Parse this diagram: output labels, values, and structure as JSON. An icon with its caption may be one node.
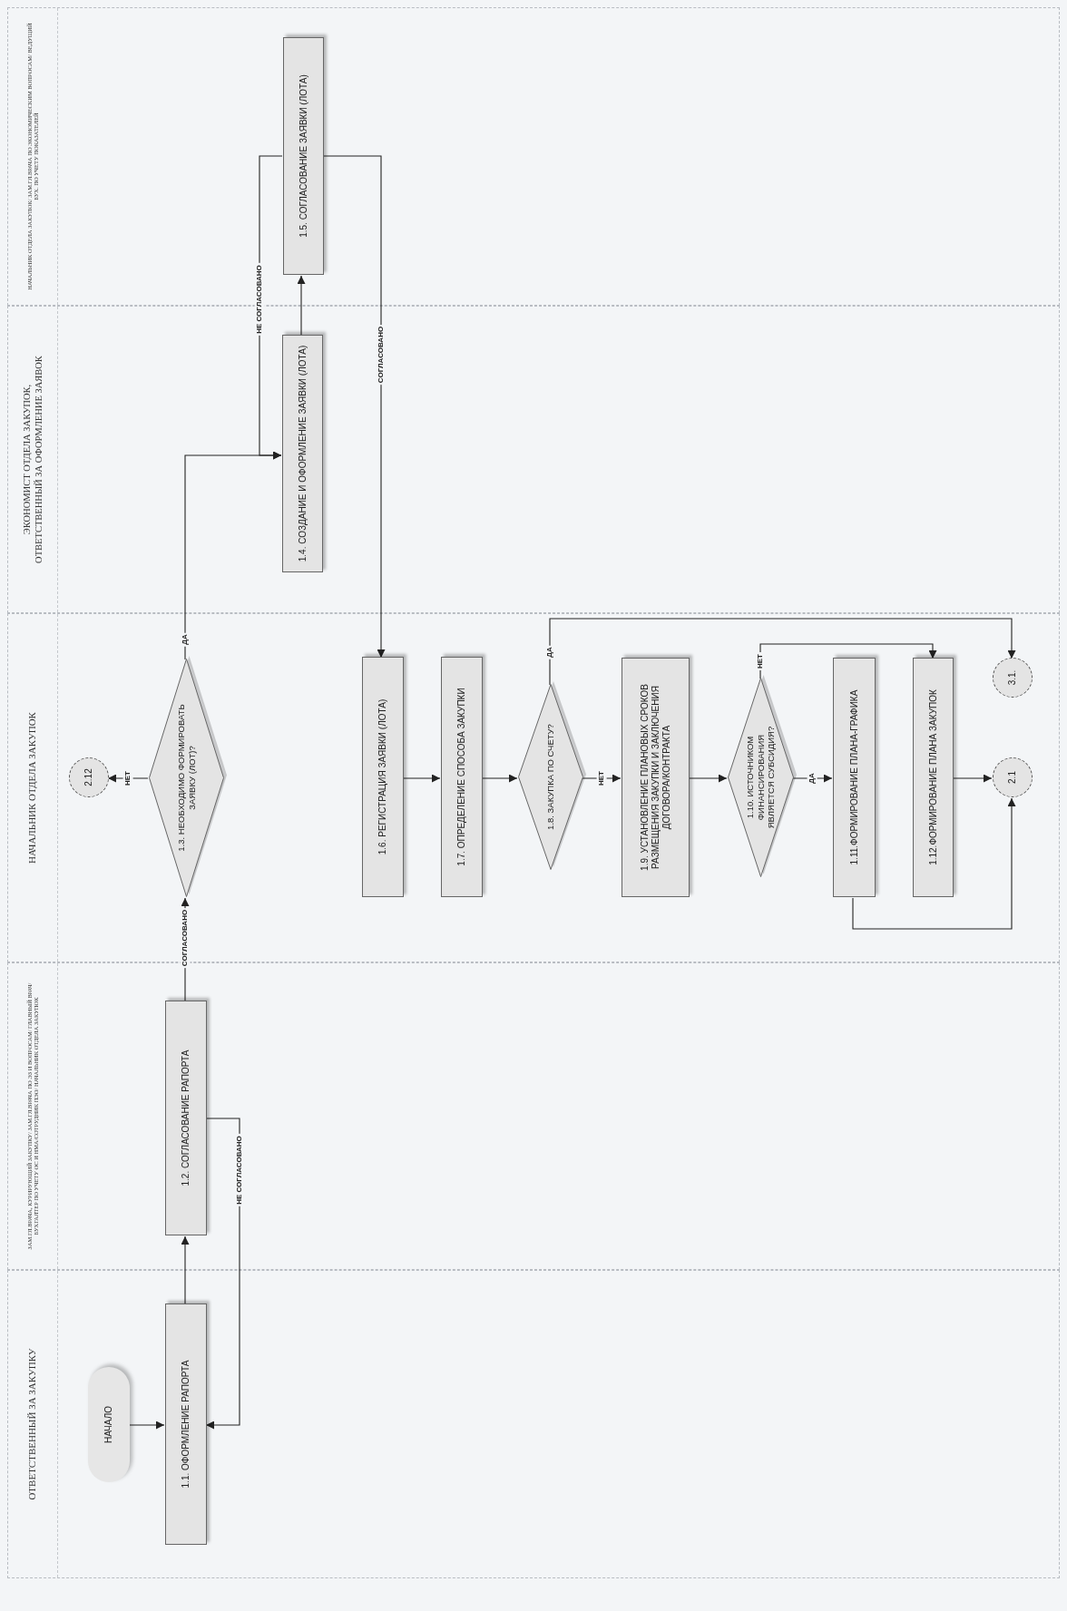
{
  "diagram": {
    "nodes": [
      {
        "text": [
          "ОТВЕТСТВЕННЫЙ ЗА ЗАКУПКУ"
        ]
      },
      {
        "text": [
          "НАЧАЛО"
        ],
        "in": 0
      },
      {
        "text": [
          "1.1. ОФОРМЛЕНИЕ РАПОРТА"
        ],
        "in": 0
      },
      {
        "text": [
          "ЗАМ.ГЛ.ВРАЧА, КУРИРУЮЩИЙ ЗАКУПКУ/ ЗАМ.ГЛ.ВРАЧА ПО ЭЗ И ВОПРОСАМ/ ГЛАВНЫЙ ВРАЧ/ БУХГАЛТЕР ПО УЧЕТУ ОС И НМА/СОТРУДНИК ПЭО/ НАЧАЛЬНИК ОТДЕЛА ЗАКУПОК"
        ]
      },
      {
        "text": [
          "1.2. СОГЛАСОВАНИЕ РАПОРТА"
        ],
        "in": 3
      },
      {
        "text": [
          "НАЧАЛЬНИК ОТДЕЛА ЗАКУПОК"
        ]
      },
      {
        "text": [
          "2.12"
        ],
        "in": 5
      },
      {
        "text": [
          "1.3. НЕОБХОДИМО ФОРМИРОВАТЬ ЗАЯВКУ (ЛОТ)?"
        ],
        "in": 5
      },
      {
        "text": [
          "1.6. РЕГИСТРАЦИЯ ЗАЯВКИ (ЛОТА)"
        ],
        "in": 5
      },
      {
        "text": [
          "1.7. ОПРЕДЕЛЕНИЕ СПОСОБА ЗАКУПКИ"
        ],
        "in": 5
      },
      {
        "text": [
          "1.8. ЗАКУПКА ПО СЧЕТУ?"
        ],
        "in": 5
      },
      {
        "text": [
          "1.9. УСТАНОВЛЕНИЕ ПЛАНОВЫХ СРОКОВ РАЗМЕЩЕНИЯ ЗАКУПКИ И ЗАКЛЮЧЕНИЯ ДОГОВОРА/КОНТРАКТА"
        ],
        "in": 5
      },
      {
        "text": [
          "1.10. ИСТОЧНИКОМ ФИНАНСИРОВАНИЯ ЯВЛЯЕТСЯ СУБСИДИЯ?"
        ],
        "in": 5
      },
      {
        "text": [
          "1.11.ФОРМИРОВАНИЕ ПЛАНА-ГРАФИКА"
        ],
        "in": 5
      },
      {
        "text": [
          "1.12.ФОРМИРОВАНИЕ ПЛАНА ЗАКУПОК"
        ],
        "in": 5
      },
      {
        "text": [
          "2.1"
        ],
        "in": 5
      },
      {
        "text": [
          "3.1."
        ],
        "in": 5
      },
      {
        "text": [
          "ЭКОНОМИСТ ОТДЕЛА ЗАКУПОК, ОТВЕТСТВЕННЫЙ ЗА ОФОРМЛЕНИЕ ЗАЯВОК"
        ]
      },
      {
        "text": [
          "1.4. СОЗДАНИЕ И ОФОРМЛЕНИЕ ЗАЯВКИ (ЛОТА)"
        ],
        "in": 17
      },
      {
        "text": [
          "НАЧАЛЬНИК ОТДЕЛА ЗАКУПОК/ ЗАМ.ГЛ.ВРАЧА ПО ЭКОНОМИЧЕСКИМ ВОПРОСАМ/ ВЕДУЩИЙ БУХ. ПО УЧЕТУ ПОКАЗАТЕЛЕЙ"
        ]
      },
      {
        "text": [
          "1.5. СОГЛАСОВАНИЕ ЗАЯВКИ (ЛОТА)"
        ],
        "in": 19
      }
    ],
    "edges": [
      {
        "from": 1,
        "to": 2,
        "arrow": "to"
      },
      {
        "from": 2,
        "to": 4,
        "arrow": "to"
      },
      {
        "from": 4,
        "to": 2,
        "label": "НЕ СОГЛАСОВАНО",
        "arrow": "to"
      },
      {
        "from": 4,
        "to": 7,
        "label": "СОГЛАСОВАНО",
        "arrow": "to"
      },
      {
        "from": 7,
        "to": 6,
        "label": "НЕТ",
        "arrow": "to"
      },
      {
        "from": 7,
        "to": 18,
        "label": "ДА",
        "arrow": "to"
      },
      {
        "from": 18,
        "to": 20,
        "arrow": "to"
      },
      {
        "from": 20,
        "to": 18,
        "label": "НЕ СОГЛАСОВАНО",
        "arrow": "to"
      },
      {
        "from": 20,
        "to": 8,
        "label": "СОГЛАСОВАНО",
        "arrow": "to"
      },
      {
        "from": 8,
        "to": 9,
        "arrow": "to"
      },
      {
        "from": 9,
        "to": 10,
        "arrow": "to"
      },
      {
        "from": 10,
        "to": 16,
        "label": "ДА",
        "arrow": "to"
      },
      {
        "from": 10,
        "to": 11,
        "label": "НЕТ",
        "arrow": "to"
      },
      {
        "from": 11,
        "to": 12,
        "arrow": "to"
      },
      {
        "from": 12,
        "to": 14,
        "label": "НЕТ",
        "arrow": "to"
      },
      {
        "from": 12,
        "to": 13,
        "label": "ДА",
        "arrow": "to"
      },
      {
        "from": 13,
        "to": 15,
        "arrow": "to"
      },
      {
        "from": 14,
        "to": 15,
        "arrow": "to"
      }
    ]
  }
}
